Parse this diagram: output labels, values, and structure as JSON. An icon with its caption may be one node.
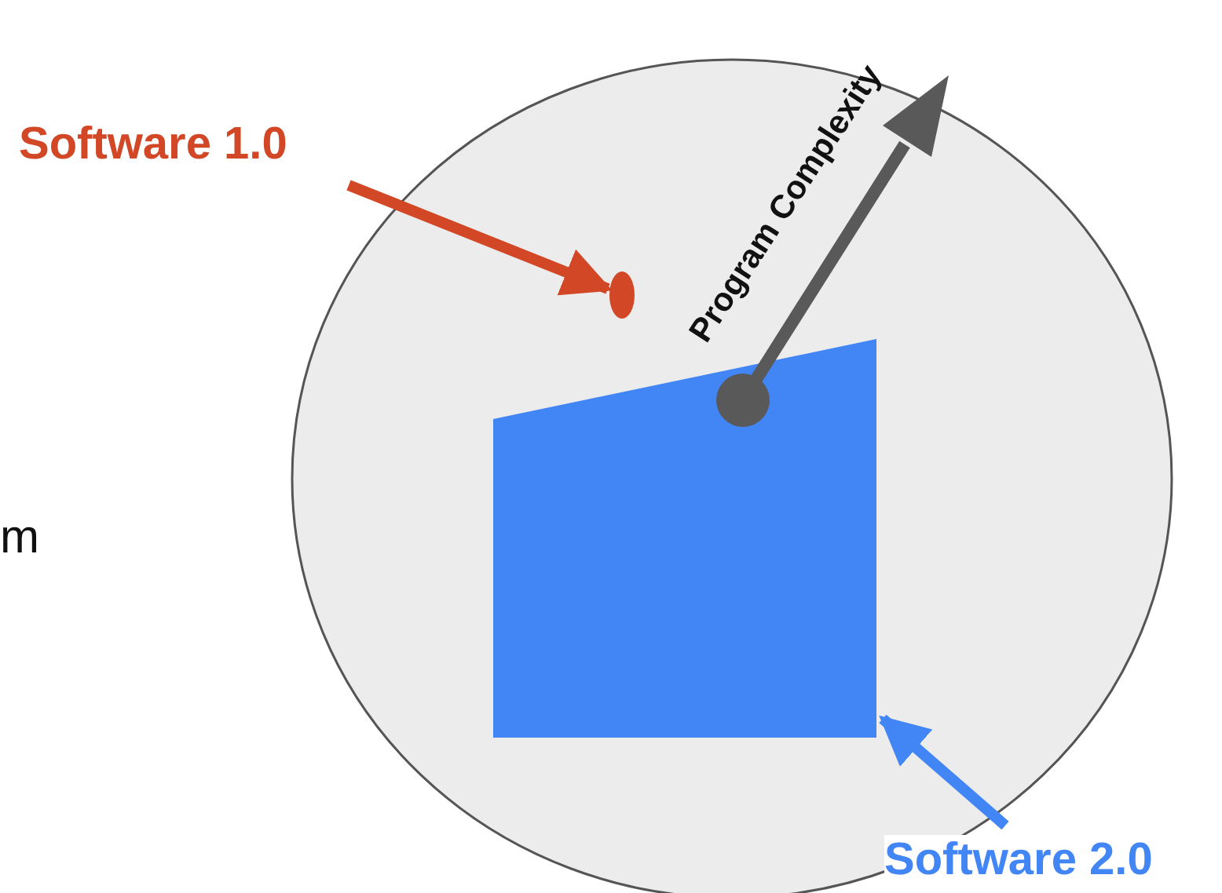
{
  "diagram": {
    "nodes": [
      {
        "text": [
          "Software 1.0"
        ]
      },
      {
        "text": [],
        "shape": "circle"
      },
      {
        "text": [],
        "shape": "circle",
        "in": 1
      },
      {
        "text": [],
        "shape": "box",
        "in": 1
      },
      {
        "text": [
          "Software 2.0"
        ]
      }
    ],
    "edges": [
      {
        "from": 0,
        "to": 2,
        "arrow": "to",
        "color": "#d24726"
      },
      {
        "from": 4,
        "to": 3,
        "arrow": "to",
        "color": "#4285f4"
      }
    ],
    "labels": [
      "m",
      "Program Complexity"
    ]
  }
}
